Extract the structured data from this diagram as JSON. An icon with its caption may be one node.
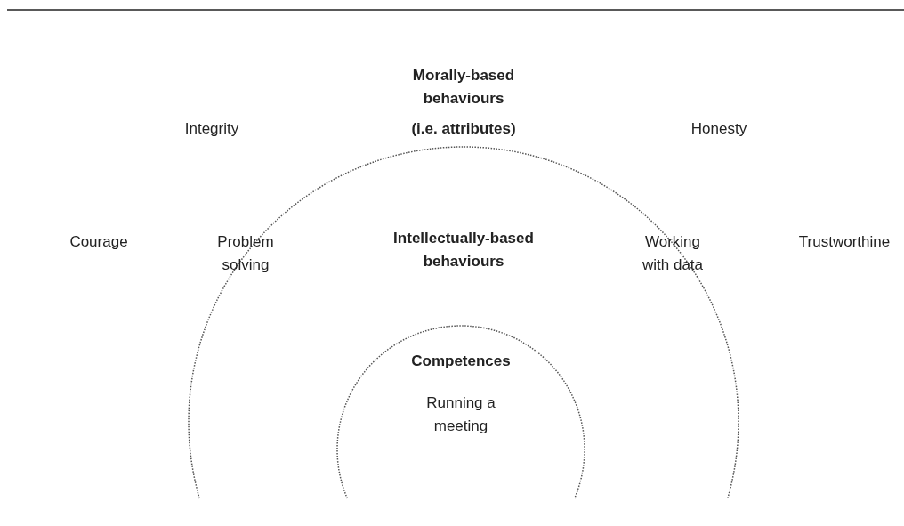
{
  "diagram": {
    "nodes": [
      {
        "text": [
          "Problem solving",
          "Intellectually-based behaviours",
          "Working with data"
        ]
      },
      {
        "text": [
          "Competences",
          "Running a meeting"
        ],
        "in": 0
      }
    ],
    "labels": [
      "Morally-based behaviours",
      "Integrity",
      "(i.e. attributes)",
      "Honesty",
      "Courage",
      "Trustworthine"
    ]
  }
}
